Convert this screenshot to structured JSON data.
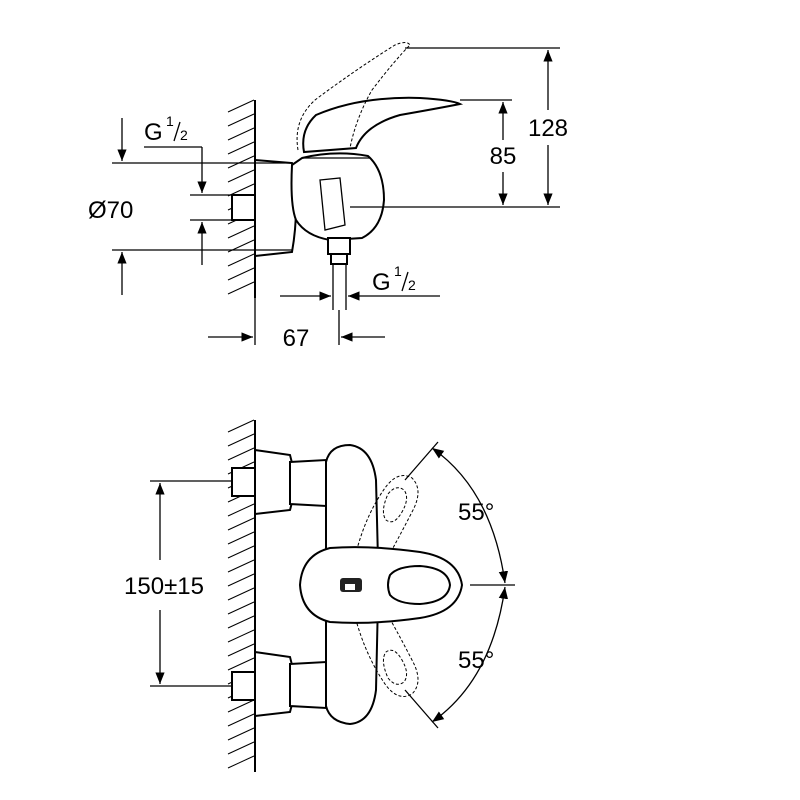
{
  "side_view": {
    "dim_height_total": "128",
    "dim_height_lever": "85",
    "dim_diameter": "Ø70",
    "dim_depth": "67",
    "thread_wall": {
      "letter": "G",
      "num": "1",
      "den": "2"
    },
    "thread_outlet": {
      "letter": "G",
      "num": "1",
      "den": "2"
    }
  },
  "front_view": {
    "dim_spacing": "150±15",
    "angle_up": "55°",
    "angle_down": "55°"
  }
}
